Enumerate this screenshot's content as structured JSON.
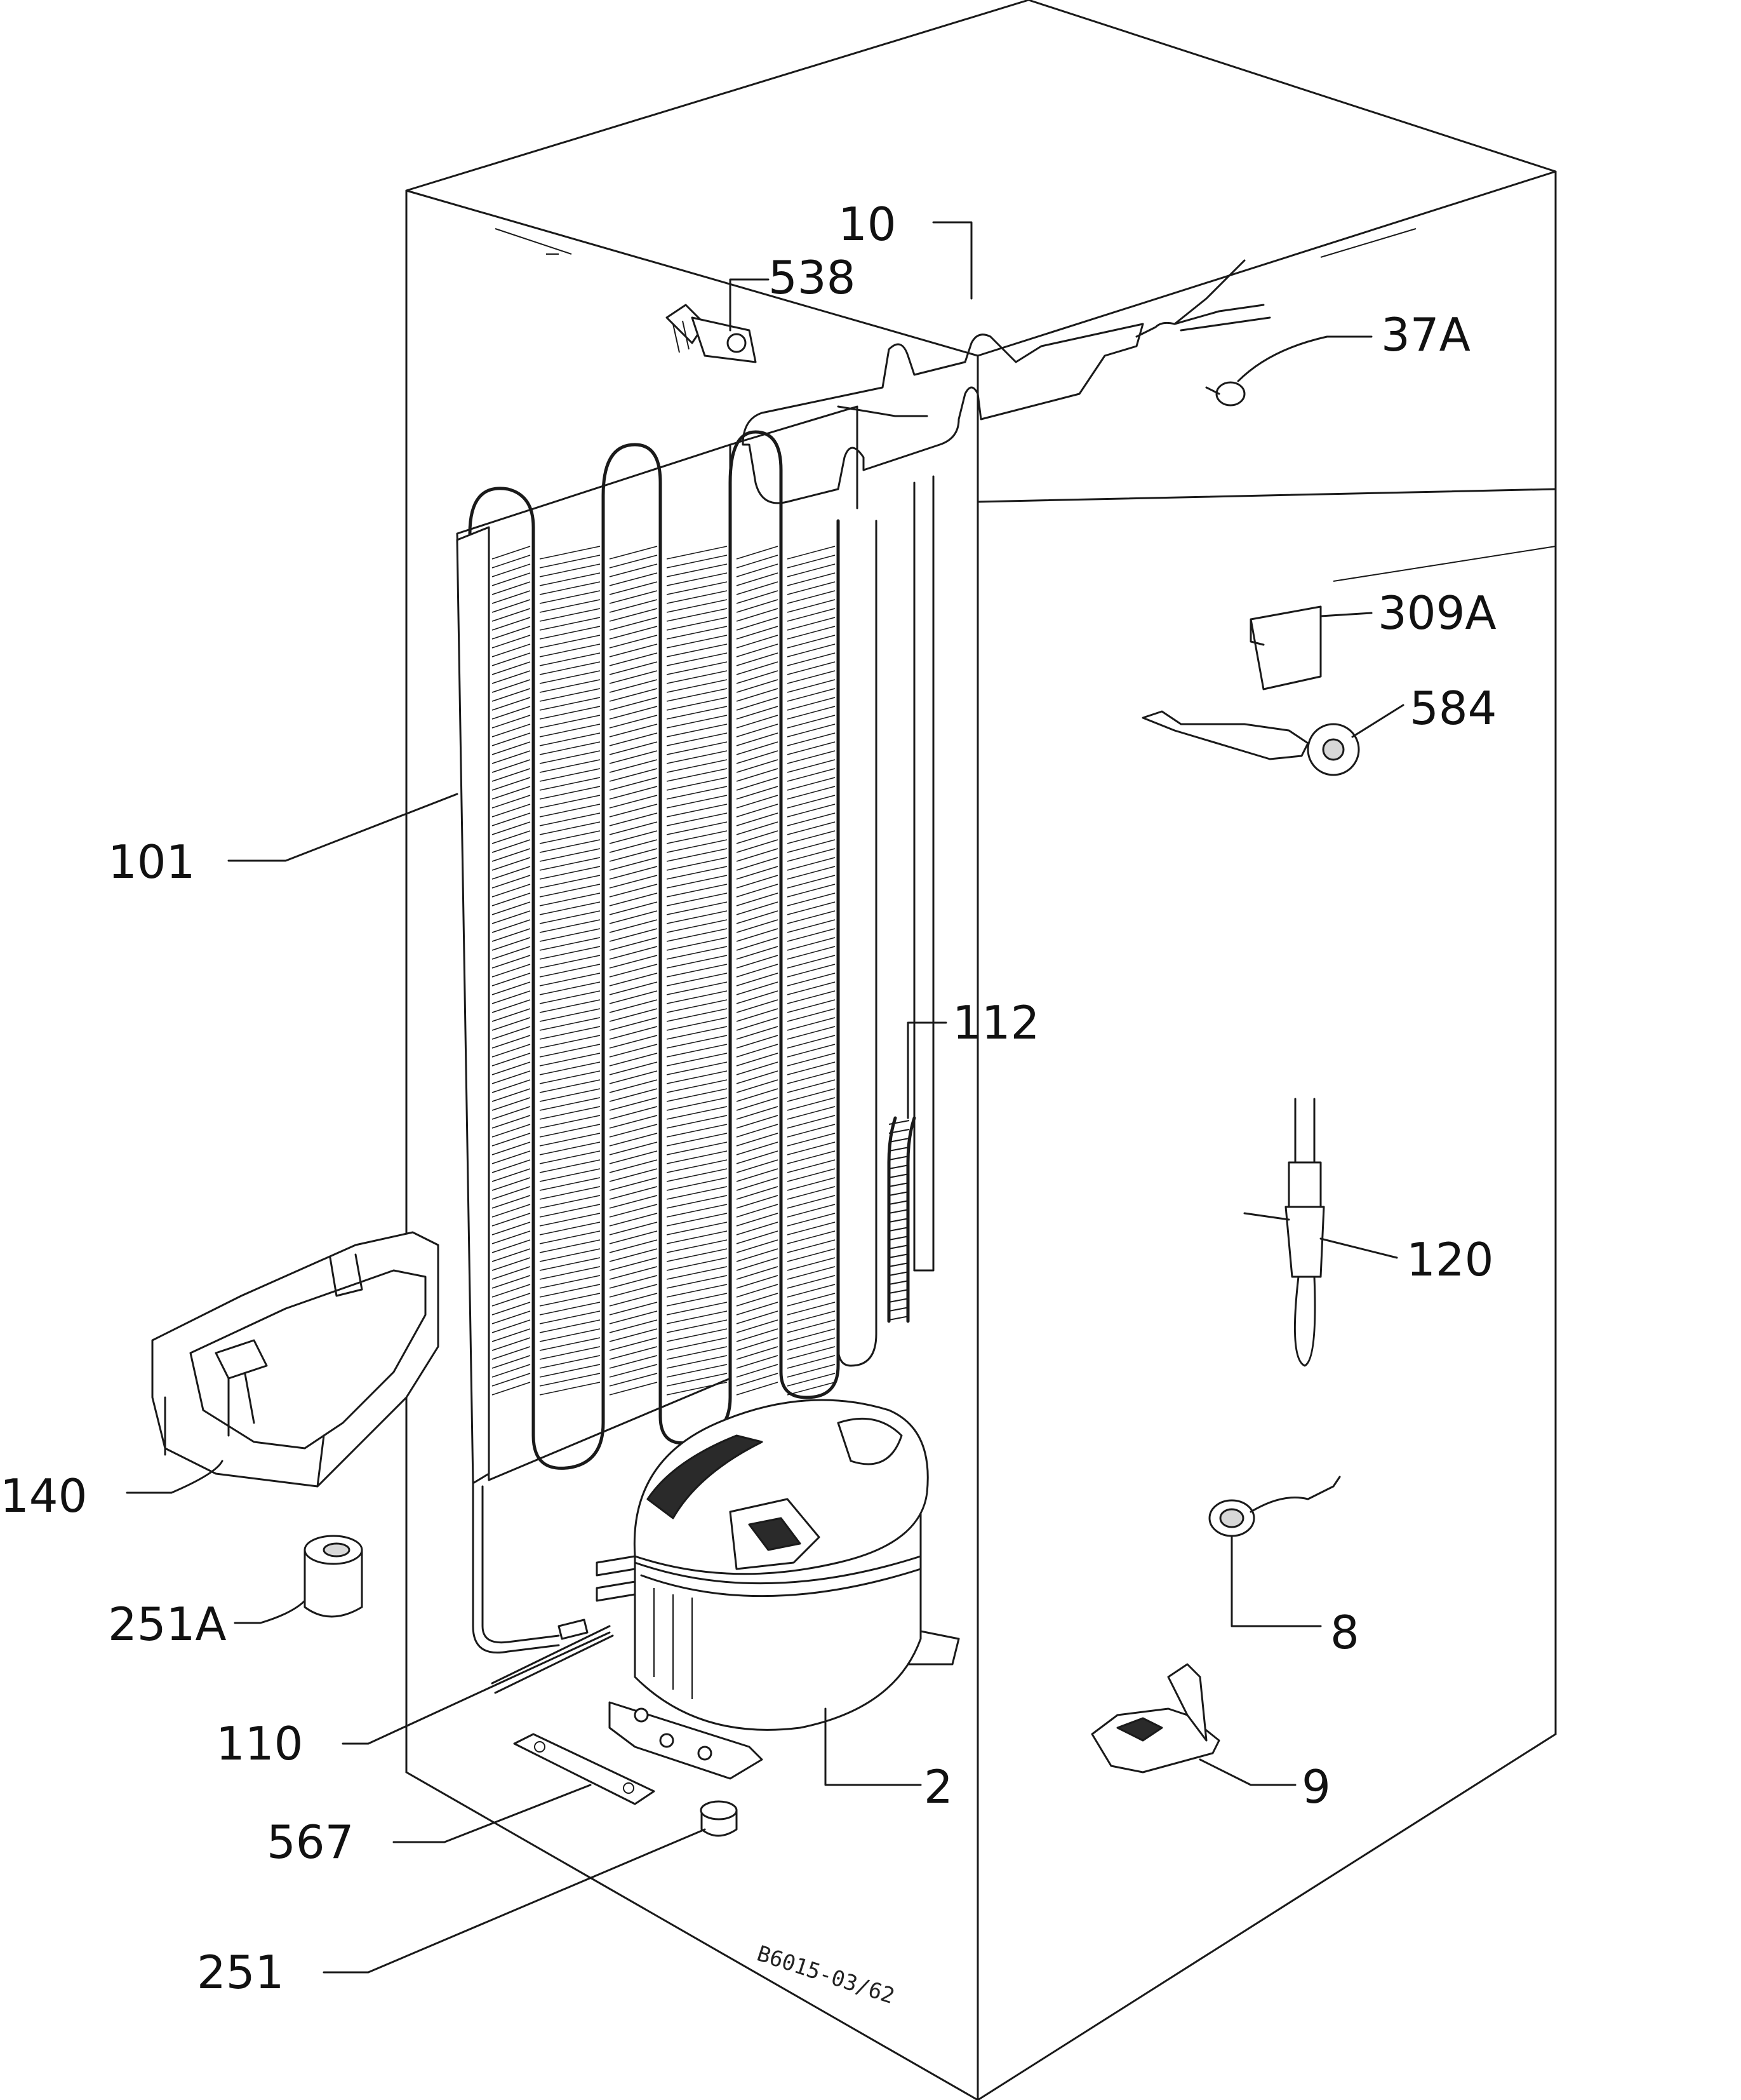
{
  "callouts": [
    {
      "id": "p10",
      "label": "10"
    },
    {
      "id": "p538",
      "label": "538"
    },
    {
      "id": "p37a",
      "label": "37A"
    },
    {
      "id": "p309a",
      "label": "309A"
    },
    {
      "id": "p584",
      "label": "584"
    },
    {
      "id": "p101",
      "label": "101"
    },
    {
      "id": "p112",
      "label": "112"
    },
    {
      "id": "p120",
      "label": "120"
    },
    {
      "id": "p140",
      "label": "140"
    },
    {
      "id": "p251a",
      "label": "251A"
    },
    {
      "id": "p8",
      "label": "8"
    },
    {
      "id": "p110",
      "label": "110"
    },
    {
      "id": "p2",
      "label": "2"
    },
    {
      "id": "p9",
      "label": "9"
    },
    {
      "id": "p567",
      "label": "567"
    },
    {
      "id": "p251",
      "label": "251"
    }
  ],
  "drawing_ref": "B6015-03/62",
  "colors": {
    "ink": "#1a1a1a",
    "background": "#ffffff"
  }
}
